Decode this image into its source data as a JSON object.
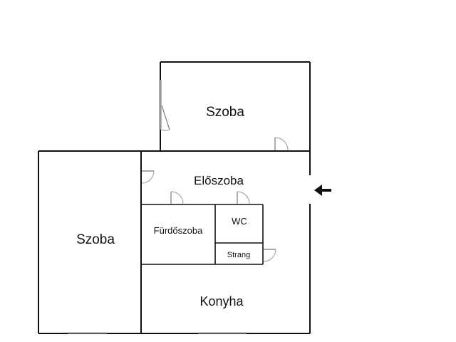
{
  "rooms": {
    "top_room": "Szoba",
    "left_room": "Szoba",
    "hall": "Előszoba",
    "bathroom": "Fürdőszoba",
    "wc": "WC",
    "shaft": "Strang",
    "kitchen": "Konyha"
  },
  "colors": {
    "wall": "#111111",
    "door": "#777777",
    "window": "#bdbdbd",
    "background": "#ffffff"
  },
  "icons": {
    "entrance": "entrance-arrow-icon"
  }
}
